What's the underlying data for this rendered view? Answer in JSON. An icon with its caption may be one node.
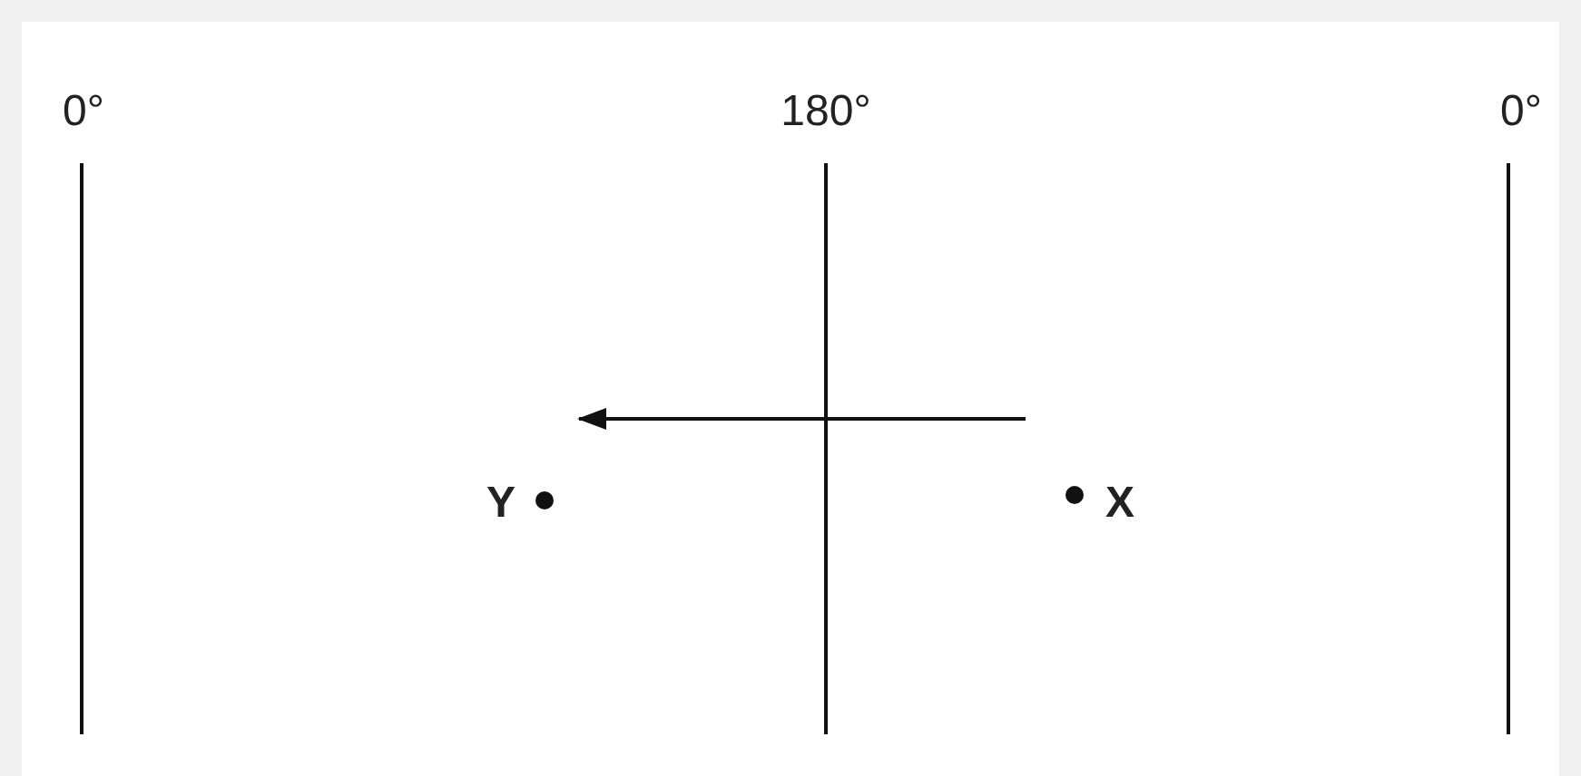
{
  "diagram": {
    "labels": [
      "0°",
      "180°",
      "0°",
      "Y",
      "X"
    ]
  }
}
